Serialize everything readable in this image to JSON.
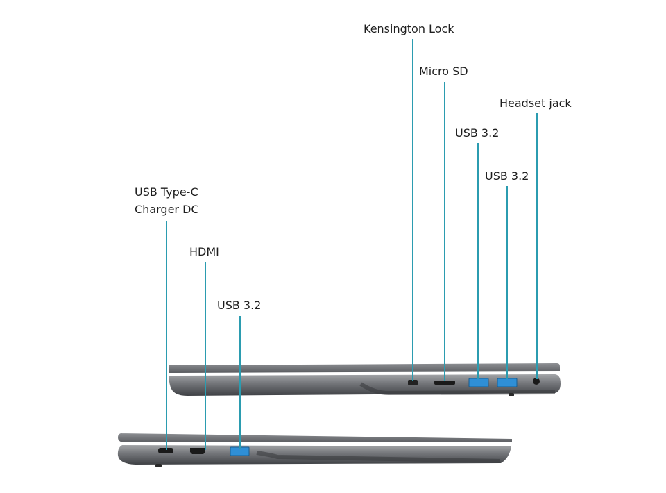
{
  "colors": {
    "callout_line": "#2b9cb0",
    "chassis": "#6f7175",
    "usb_port": "#2f8fd6"
  },
  "right_side": {
    "kensington_lock": "Kensington Lock",
    "micro_sd": "Micro SD",
    "usb_a_1": "USB 3.2",
    "usb_a_2": "USB 3.2",
    "headset_jack": "Headset jack"
  },
  "left_side": {
    "usb_c_line1": "USB Type-C",
    "usb_c_line2": "Charger DC",
    "hdmi": "HDMI",
    "usb_a": "USB 3.2"
  }
}
